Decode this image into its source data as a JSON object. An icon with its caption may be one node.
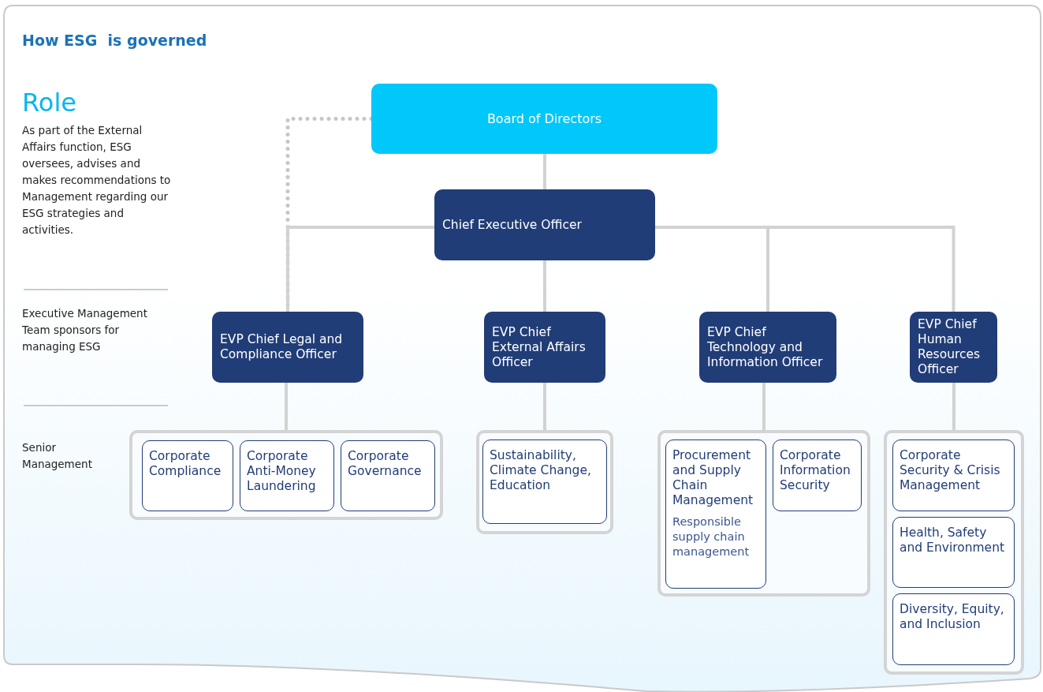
{
  "diagram": {
    "title": "How ESG  is governed",
    "nodes": [
      {
        "text": [
          "Board of Directors"
        ]
      },
      {
        "text": [
          "Chief Executive Officer"
        ]
      },
      {
        "text": [
          "EVP Chief Legal and Compliance Officer"
        ]
      },
      {
        "text": [
          "EVP Chief External Affairs Officer"
        ]
      },
      {
        "text": [
          "EVP Chief Technology and Information Officer"
        ]
      },
      {
        "text": [
          "EVP Chief Human Resources Officer"
        ]
      },
      {
        "text": [],
        "shape": "box"
      },
      {
        "text": [
          "Corporate Compliance"
        ],
        "in": 6
      },
      {
        "text": [
          "Corporate Anti-Money Laundering"
        ],
        "in": 6
      },
      {
        "text": [
          "Corporate Governance"
        ],
        "in": 6
      },
      {
        "text": [],
        "shape": "box"
      },
      {
        "text": [
          "Sustainability, Climate Change, Education"
        ],
        "in": 10
      },
      {
        "text": [],
        "shape": "box"
      },
      {
        "text": [
          "Procurement and Supply Chain Management",
          "Responsible supply chain management"
        ],
        "in": 12
      },
      {
        "text": [
          "Corporate Information Security"
        ],
        "in": 12
      },
      {
        "text": [],
        "shape": "box"
      },
      {
        "text": [
          "Corporate Security & Crisis Management"
        ],
        "in": 15
      },
      {
        "text": [
          "Health, Safety and Environment"
        ],
        "in": 15
      },
      {
        "text": [
          "Diversity, Equity, and Inclusion"
        ],
        "in": 15
      }
    ],
    "edges": [
      {
        "from": 0,
        "to": 2,
        "arrow": "none",
        "style": "dashed"
      },
      {
        "from": 0,
        "to": 1,
        "arrow": "none"
      },
      {
        "from": 1,
        "to": 2,
        "arrow": "none"
      },
      {
        "from": 1,
        "to": 3,
        "arrow": "none"
      },
      {
        "from": 1,
        "to": 4,
        "arrow": "none"
      },
      {
        "from": 1,
        "to": 5,
        "arrow": "none"
      },
      {
        "from": 2,
        "to": 6,
        "arrow": "none"
      },
      {
        "from": 3,
        "to": 10,
        "arrow": "none"
      },
      {
        "from": 4,
        "to": 12,
        "arrow": "none"
      },
      {
        "from": 5,
        "to": 15,
        "arrow": "none"
      }
    ],
    "labels": [
      "Role",
      "As part of the External Affairs function, ESG oversees, advises  and makes recommendations to  Management regarding our ESG strategies and activities.",
      "Executive Management Team sponsors for managing ESG",
      "Senior Management"
    ]
  }
}
